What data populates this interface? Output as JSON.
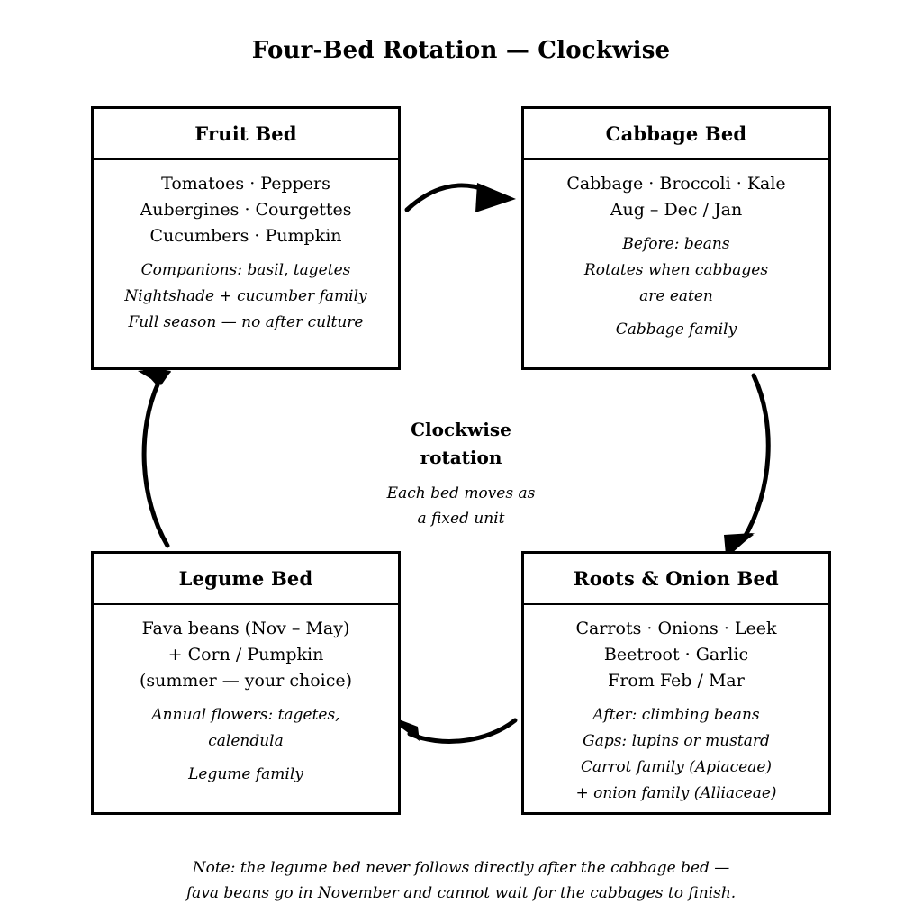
{
  "title": "Four-Bed Rotation — Clockwise",
  "beds": [
    {
      "id": "fruit",
      "title": "Fruit Bed",
      "crops": [
        "Tomatoes · Peppers",
        "Aubergines · Courgettes",
        "Cucumbers · Pumpkin"
      ],
      "notes": [
        "Companions: basil, tagetes",
        "Nightshade + cucumber family",
        "Full season — no after culture"
      ]
    },
    {
      "id": "cabbage",
      "title": "Cabbage Bed",
      "crops": [
        "Cabbage · Broccoli · Kale",
        "Aug – Dec / Jan"
      ],
      "notes": [
        "Before: beans",
        "Rotates when cabbages",
        "are eaten",
        "Cabbage family"
      ]
    },
    {
      "id": "legume",
      "title": "Legume Bed",
      "crops": [
        "Fava beans (Nov – May)",
        "+ Corn / Pumpkin",
        "(summer — your choice)"
      ],
      "notes": [
        "Annual flowers: tagetes,",
        "calendula",
        "Legume family"
      ]
    },
    {
      "id": "roots",
      "title": "Roots & Onion Bed",
      "crops": [
        "Carrots · Onions · Leek",
        "Beetroot · Garlic",
        "From Feb / Mar"
      ],
      "notes": [
        "After: climbing beans",
        "Gaps: lupins or mustard",
        "Carrot family (Apiaceae)",
        "+ onion family (Alliaceae)"
      ]
    }
  ],
  "center": {
    "heading": [
      "Clockwise",
      "rotation"
    ],
    "sub": [
      "Each bed moves as",
      "a fixed unit"
    ]
  },
  "footer": [
    "Note: the legume bed never follows directly after the cabbage bed —",
    "fava beans go in November and cannot wait for the cabbages to finish."
  ],
  "arrows": [
    {
      "name": "arrow-fruit-to-cabbage",
      "from": "fruit",
      "to": "cabbage"
    },
    {
      "name": "arrow-cabbage-to-roots",
      "from": "cabbage",
      "to": "roots"
    },
    {
      "name": "arrow-roots-to-legume",
      "from": "roots",
      "to": "legume"
    },
    {
      "name": "arrow-legume-to-fruit",
      "from": "legume",
      "to": "fruit"
    }
  ],
  "colors": {
    "ink": "#000000",
    "paper": "#ffffff"
  }
}
